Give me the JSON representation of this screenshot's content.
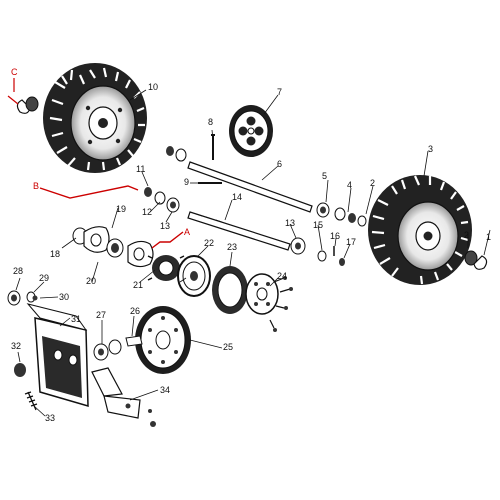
{
  "diagram": {
    "type": "exploded-parts-diagram",
    "accent_color": "#cc0000",
    "line_color": "#111111",
    "background": "#ffffff",
    "part_numbers": [
      "1",
      "2",
      "3",
      "4",
      "5",
      "6",
      "7",
      "8",
      "9",
      "10",
      "11",
      "12",
      "13",
      "14",
      "15",
      "16",
      "17",
      "18",
      "19",
      "20",
      "21",
      "22",
      "23",
      "24",
      "25",
      "26",
      "27",
      "28",
      "29",
      "30",
      "31",
      "32",
      "33",
      "34"
    ],
    "reference_markers": {
      "a": "A",
      "b": "B",
      "c": "C"
    }
  }
}
